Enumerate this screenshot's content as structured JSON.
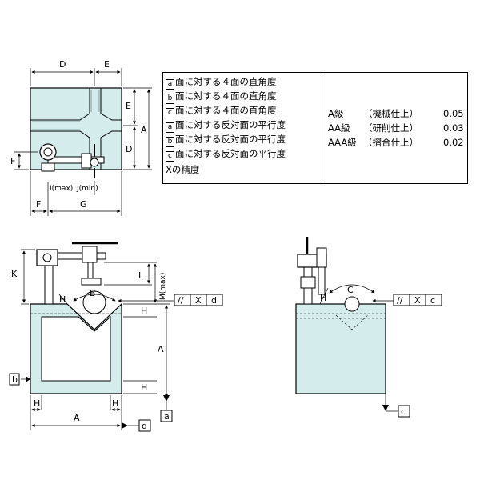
{
  "dims": {
    "D": "D",
    "E": "E",
    "A": "A",
    "F": "F",
    "G": "G",
    "H": "H",
    "K": "K",
    "L": "L",
    "M": "M(max)",
    "B": "B",
    "C": "C",
    "I": "I(max)",
    "J": "J(min)"
  },
  "refs": {
    "a": "a",
    "b": "b",
    "c": "c",
    "d": "d"
  },
  "fcf_front": {
    "symbol": "//",
    "value": "X",
    "datum": "d"
  },
  "fcf_side": {
    "symbol": "//",
    "value": "X",
    "datum": "c"
  },
  "spec_rows": [
    {
      "ref": "a",
      "text": "面に対する４面の直角度"
    },
    {
      "ref": "b",
      "text": "面に対する４面の直角度"
    },
    {
      "ref": "c",
      "text": "面に対する４面の直角度"
    },
    {
      "ref": "a",
      "text": "面に対する反対面の平行度"
    },
    {
      "ref": "b",
      "text": "面に対する反対面の平行度"
    },
    {
      "ref": "c",
      "text": "面に対する反対面の平行度"
    }
  ],
  "spec_last": "Xの精度",
  "grades": [
    {
      "grade": "A級",
      "finish": "（機械仕上）",
      "value": "0.05"
    },
    {
      "grade": "AA級",
      "finish": "（研削仕上）",
      "value": "0.03"
    },
    {
      "grade": "AAA級",
      "finish": "（摺合仕上）",
      "value": "0.02"
    }
  ],
  "colors": {
    "body": "#d4ecec",
    "line": "#000000"
  }
}
